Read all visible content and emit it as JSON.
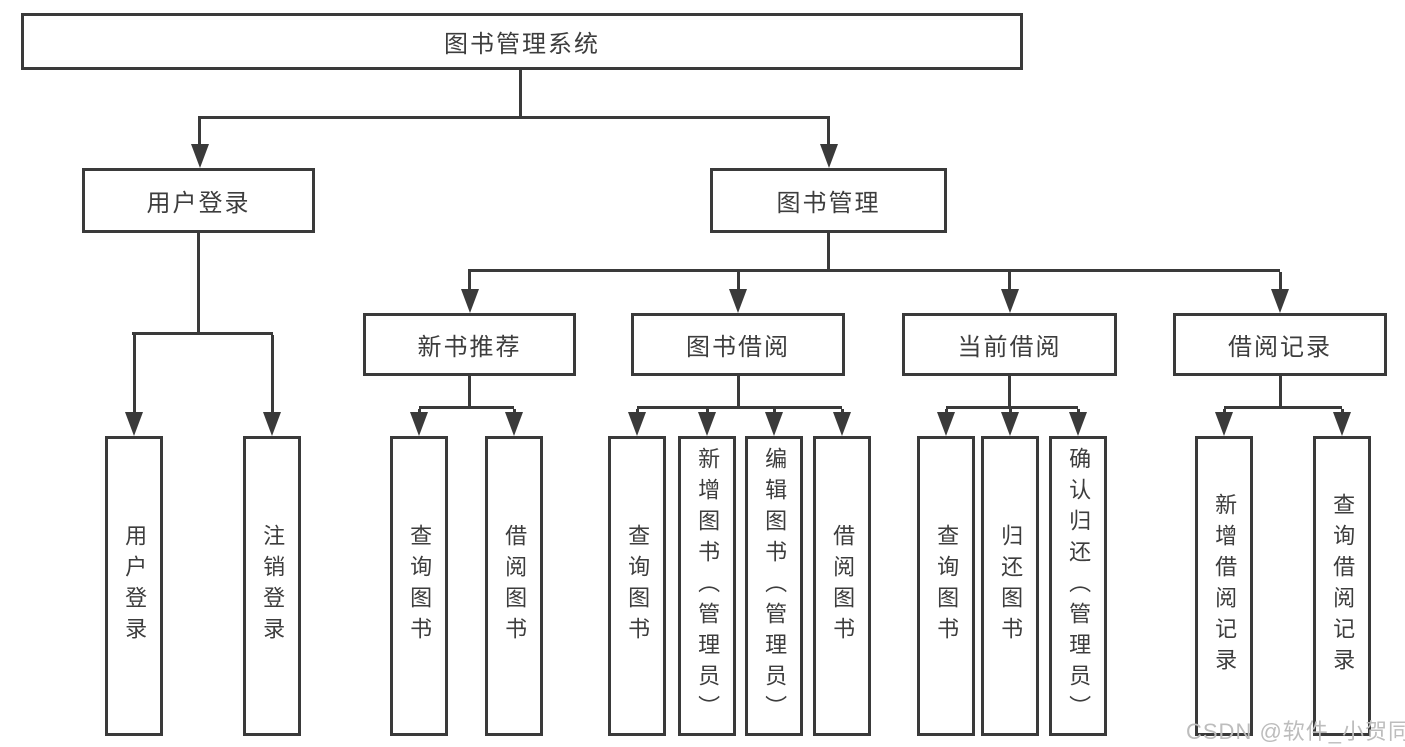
{
  "diagram": {
    "root": {
      "label": "图书管理系统"
    },
    "branches": [
      {
        "label": "用户登录",
        "children": [
          {
            "label": "用户登录"
          },
          {
            "label": "注销登录"
          }
        ]
      },
      {
        "label": "图书管理",
        "children": [
          {
            "label": "新书推荐",
            "children": [
              {
                "label": "查询图书"
              },
              {
                "label": "借阅图书"
              }
            ]
          },
          {
            "label": "图书借阅",
            "children": [
              {
                "label": "查询图书"
              },
              {
                "label": "新增图书（管理员）"
              },
              {
                "label": "编辑图书（管理员）"
              },
              {
                "label": "借阅图书"
              }
            ]
          },
          {
            "label": "当前借阅",
            "children": [
              {
                "label": "查询图书"
              },
              {
                "label": "归还图书"
              },
              {
                "label": "确认归还（管理员）"
              }
            ]
          },
          {
            "label": "借阅记录",
            "children": [
              {
                "label": "新增借阅记录"
              },
              {
                "label": "查询借阅记录"
              }
            ]
          }
        ]
      }
    ]
  },
  "watermark": {
    "text": "CSDN @软件_小贺同学"
  },
  "colors": {
    "line": "#3a3a3a",
    "text": "#3d3d3d",
    "watermark": "#bdbdbd",
    "background": "#ffffff"
  }
}
